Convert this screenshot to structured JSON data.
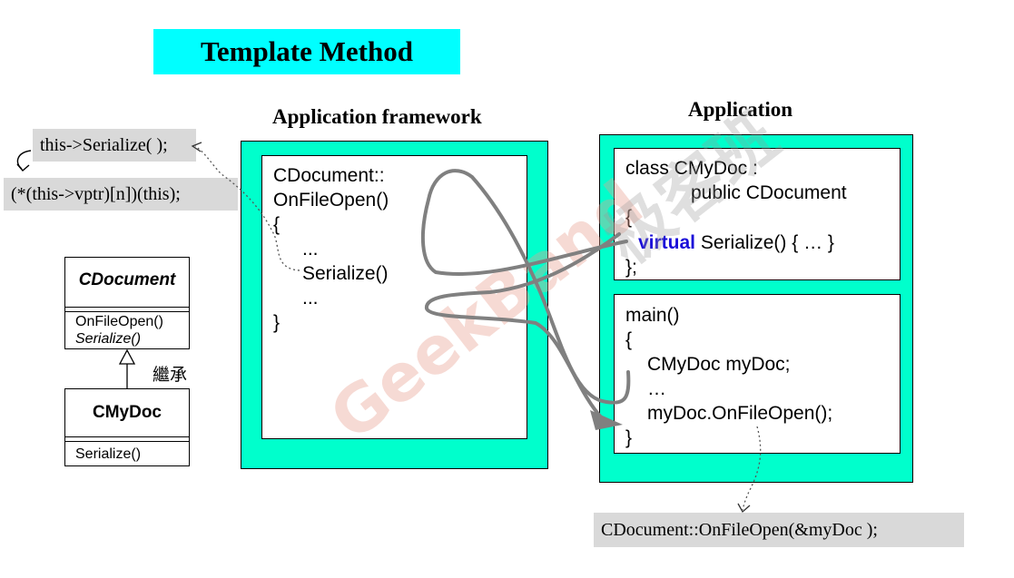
{
  "title": "Template Method",
  "framework_heading": "Application framework",
  "application_heading": "Application",
  "framework_code": {
    "line1": "CDocument::",
    "line2": "OnFileOpen()",
    "line3": "{",
    "line4": "...",
    "line5": "Serialize()",
    "line6": "...",
    "line7": "}"
  },
  "class_code": {
    "line1": "class CMyDoc :",
    "line2": "public CDocument",
    "line3": "{",
    "virtual_kw": "virtual",
    "line4_rest": " Serialize() { … }",
    "line5": "};"
  },
  "main_code": {
    "line1": "main()",
    "line2": "{",
    "line3": "CMyDoc myDoc;",
    "line4": "…",
    "line5": "myDoc.OnFileOpen();",
    "line6": "}"
  },
  "notes": {
    "serialize_call": "this->Serialize( );",
    "vptr_call": "(*(this->vptr)[n])(this);",
    "onfileopen_call": "CDocument::OnFileOpen(&myDoc );"
  },
  "uml": {
    "base_class": "CDocument",
    "base_ops": [
      "OnFileOpen()",
      "Serialize()"
    ],
    "inherit_label": "繼承",
    "derived_class": "CMyDoc",
    "derived_ops": [
      "Serialize()"
    ]
  },
  "watermark": {
    "latin": "GeekBand",
    "cjk": "极客班"
  },
  "colors": {
    "title_bg": "#00ffff",
    "frame_bg": "#00ffcc",
    "keyword": "#1a0dd8",
    "note_bg": "#d9d9d9",
    "arrow": "#808080",
    "watermark": "#e8a090"
  }
}
